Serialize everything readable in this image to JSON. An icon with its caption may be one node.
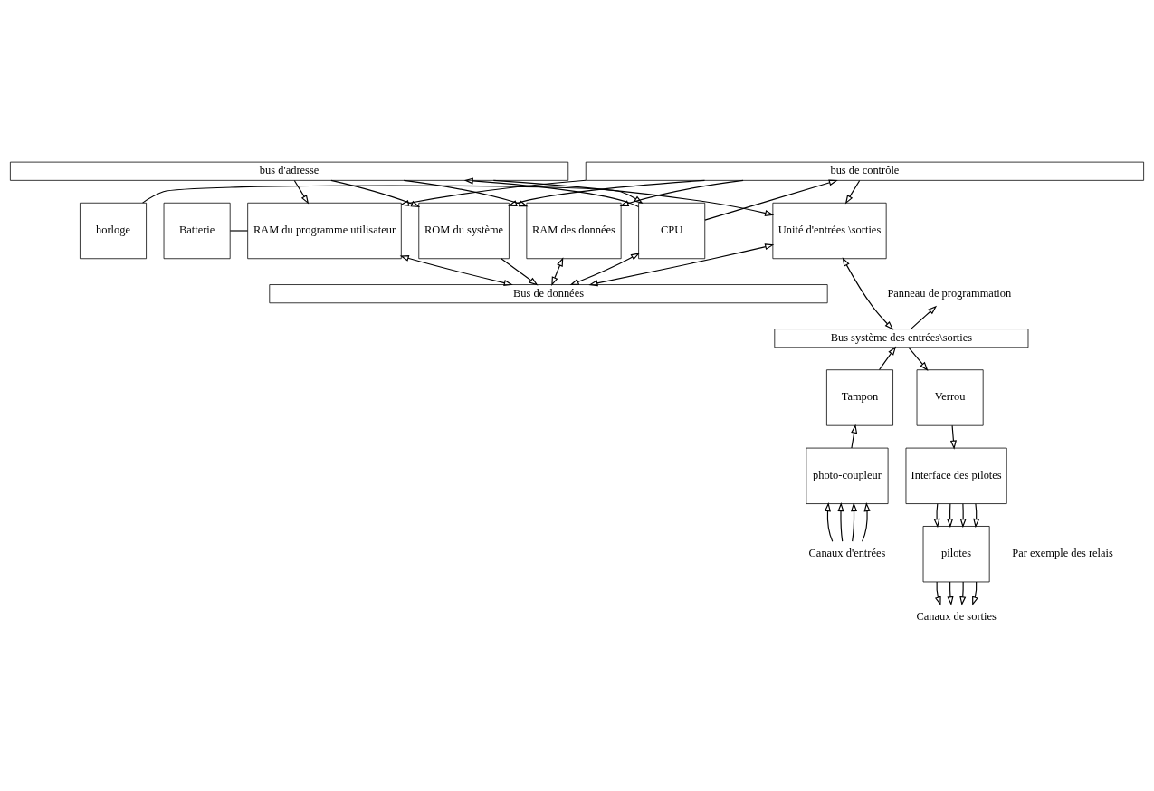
{
  "diagram": {
    "nodes": [
      {
        "text": [
          "bus d'adresse"
        ]
      },
      {
        "text": [
          "bus de contrôle"
        ]
      },
      {
        "text": [
          "Batterie"
        ]
      },
      {
        "text": [
          "RAM du programme utilisateur"
        ]
      },
      {
        "text": [
          "CPU"
        ]
      },
      {
        "text": [
          "horloge"
        ]
      },
      {
        "text": [
          "ROM du système"
        ]
      },
      {
        "text": [
          "RAM des données"
        ]
      },
      {
        "text": [
          "Unité d'entrées \\sorties"
        ]
      },
      {
        "text": [
          "Bus de données"
        ]
      },
      {
        "text": [
          "Panneau de programmation"
        ]
      },
      {
        "text": [
          "Bus système des entrées\\sorties"
        ]
      },
      {
        "text": [
          "Tampon"
        ]
      },
      {
        "text": [
          "Verrou"
        ]
      },
      {
        "text": [
          "photo-coupleur"
        ]
      },
      {
        "text": [
          "Interface des pilotes"
        ]
      },
      {
        "text": [
          "pilotes"
        ]
      },
      {
        "text": [
          "Canaux d'entrées"
        ]
      },
      {
        "text": [
          "Canaux de sorties"
        ]
      }
    ],
    "edges": [
      {
        "from": 0,
        "to": 3,
        "arrow": "to"
      },
      {
        "from": 1,
        "to": 3,
        "arrow": "to"
      },
      {
        "from": 4,
        "to": 0,
        "arrow": "to"
      },
      {
        "from": 4,
        "to": 1,
        "arrow": "to"
      },
      {
        "from": 0,
        "to": 6,
        "arrow": "to"
      },
      {
        "from": 1,
        "to": 6,
        "arrow": "to"
      },
      {
        "from": 0,
        "to": 7,
        "arrow": "to"
      },
      {
        "from": 1,
        "to": 7,
        "arrow": "to"
      },
      {
        "from": 0,
        "to": 8,
        "arrow": "to"
      },
      {
        "from": 1,
        "to": 8,
        "arrow": "to"
      },
      {
        "from": 2,
        "to": 3,
        "arrow": "none"
      },
      {
        "from": 5,
        "to": 4,
        "arrow": "to"
      },
      {
        "from": 3,
        "to": 9,
        "arrow": "both"
      },
      {
        "from": 4,
        "to": 9,
        "arrow": "both"
      },
      {
        "from": 6,
        "to": 9,
        "arrow": "to"
      },
      {
        "from": 7,
        "to": 9,
        "arrow": "both"
      },
      {
        "from": 8,
        "to": 9,
        "arrow": "both"
      },
      {
        "from": 8,
        "to": 11,
        "arrow": "both"
      },
      {
        "from": 11,
        "to": 10,
        "arrow": "to"
      },
      {
        "from": 12,
        "to": 11,
        "arrow": "to"
      },
      {
        "from": 11,
        "to": 13,
        "arrow": "to"
      },
      {
        "from": 14,
        "to": 12,
        "arrow": "to"
      },
      {
        "from": 13,
        "to": 15,
        "arrow": "to"
      },
      {
        "from": 17,
        "to": 14,
        "arrow": "to"
      },
      {
        "from": 17,
        "to": 14,
        "arrow": "to"
      },
      {
        "from": 17,
        "to": 14,
        "arrow": "to"
      },
      {
        "from": 17,
        "to": 14,
        "arrow": "to"
      },
      {
        "from": 15,
        "to": 16,
        "arrow": "to"
      },
      {
        "from": 15,
        "to": 16,
        "arrow": "to"
      },
      {
        "from": 15,
        "to": 16,
        "arrow": "to"
      },
      {
        "from": 15,
        "to": 16,
        "arrow": "to"
      },
      {
        "from": 16,
        "to": 18,
        "arrow": "to"
      },
      {
        "from": 16,
        "to": 18,
        "arrow": "to"
      },
      {
        "from": 16,
        "to": 18,
        "arrow": "to"
      },
      {
        "from": 16,
        "to": 18,
        "arrow": "to"
      }
    ],
    "labels": [
      "Par exemple des relais"
    ]
  }
}
